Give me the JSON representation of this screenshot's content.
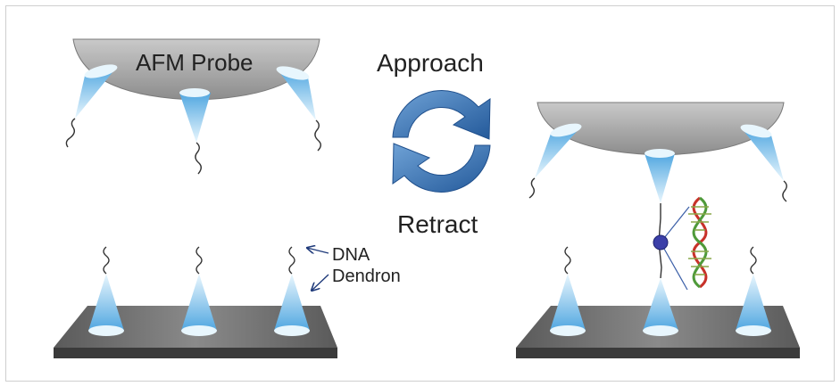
{
  "labels": {
    "probe": "AFM Probe",
    "approach": "Approach",
    "retract": "Retract",
    "dna": "DNA",
    "dendron": "Dendron"
  },
  "colors": {
    "probe_top": "#b8b8b8",
    "probe_bottom": "#8f8f8f",
    "cone_light": "#e8f6fd",
    "cone_dark": "#5aaee3",
    "surface_top": "#6d6d6d",
    "surface_side": "#3a3a3a",
    "cycle_arrow": "#2e6aa8",
    "dna_red": "#c8322a",
    "dna_green": "#4f9a3a",
    "bead": "#3b3fa8"
  }
}
